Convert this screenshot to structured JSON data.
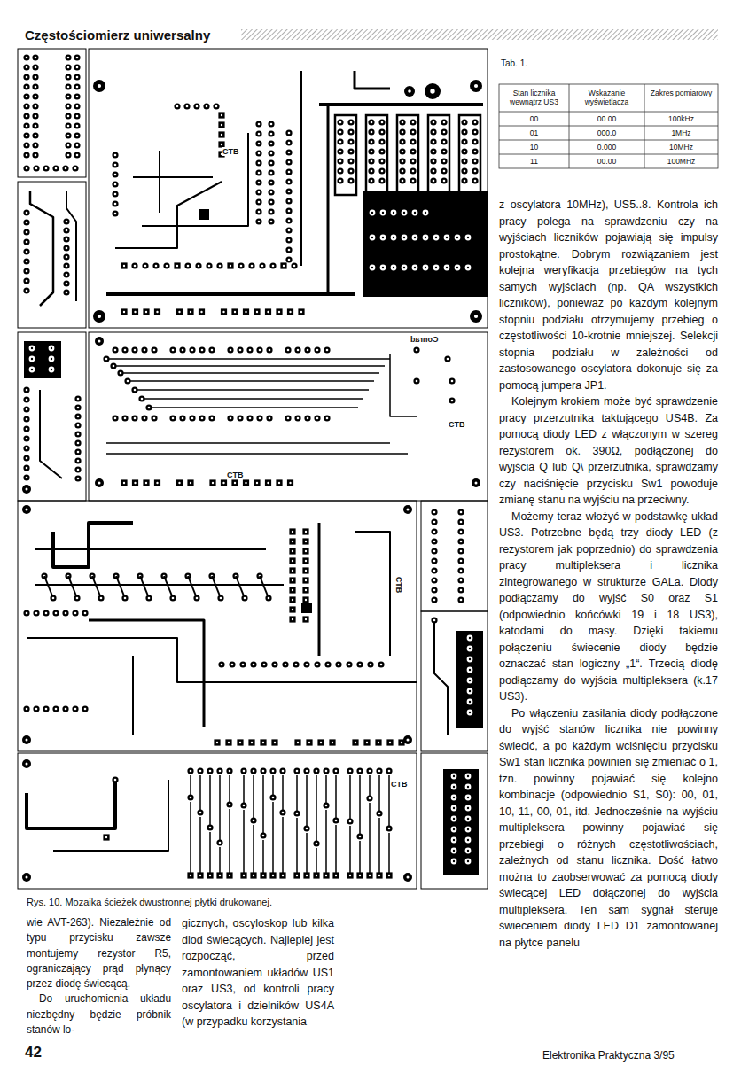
{
  "diagram": {
    "title": "Częstościomierz uniwersalny",
    "caption": "Rys. 10. Mozaika ścieżek dwustronnej płytki drukowanej.",
    "labels": [
      "Tab. 1.",
      "Stan licznika wewnątrz US3",
      "Wskazanie wyświetlacza",
      "Zakres pomiarowy",
      "00",
      "00.00",
      "100kHz",
      "01",
      "000.0",
      "1MHz",
      "10",
      "0.000",
      "10MHz",
      "11",
      "00.00",
      "100MHz",
      "z oscylatora 10MHz), US5..8. Kontrola ich pracy polega na sprawdzeniu czy na wyjściach liczników pojawiają się impulsy prostokątne. Dobrym rozwiązaniem jest kolejna weryfikacja przebiegów na tych samych wyjściach (np. QA wszystkich liczników), ponieważ po każdym kolejnym stopniu podziału otrzymujemy przebieg o częstotliwości 10-krotnie mniejszej. Selekcji stopnia podziału w zależności od zastosowanego oscylatora dokonuje się za pomocą jumpera JP1.",
      "Kolejnym krokiem może być sprawdzenie pracy przerzutnika taktującego US4B. Za pomocą diody LED z włączonym w szereg rezystorem ok. 390Ω, podłączonej do wyjścia Q lub Q\\ przerzutnika, sprawdzamy czy naciśnięcie przycisku Sw1 powoduje zmianę stanu na wyjściu na przeciwny.",
      "Możemy teraz włożyć w podstawkę układ US3. Potrzebne będą trzy diody LED (z rezystorem jak poprzednio) do sprawdzenia pracy multipleksera i licznika zintegrowanego w strukturze GALa. Diody podłączamy do wyjść S0 oraz S1 (odpowiednio końcówki 19 i 18 US3), katodami do masy. Dzięki takiemu połączeniu świecenie diody będzie oznaczać stan logiczny „1“. Trzecią diodę podłączamy do wyjścia multipleksera (k.17 US3).",
      "Po włączeniu zasilania diody podłączone do wyjść stanów licznika nie powinny świecić, a po każdym wciśnięciu przycisku Sw1 stan licznika powinien się zmieniać o 1, tzn. powinny pojawiać się kolejno kombinacje (odpowiednio S1, S0): 00, 01, 10, 11, 00, 01, itd. Jednocześnie na wyjściu multipleksera powinny pojawiać się przebiegi o różnych częstotliwościach, zależnych od stanu licznika. Dość łatwo można to zaobserwować za pomocą diody świecącej LED dołączonej do wyjścia multipleksera. Ten sam sygnał steruje świeceniem diody LED D1 zamontowanej na płytce panelu",
      "wie AVT-263). Niezależnie od typu przycisku zawsze montujemy rezystor R5, ograniczający prąd płynący przez diodę świecącą.",
      "Do uruchomienia układu niezbędny będzie próbnik stanów lo-",
      "gicznych, oscyloskop lub kilka diod świecących. Najlepiej jest rozpocząć, przed zamontowaniem układów US1 oraz US3, od kontroli pracy oscylatora i dzielników US4A (w przypadku korzystania",
      "42",
      "Elektronika Praktyczna 3/95",
      "CTB",
      "CTB",
      "CTB",
      "CTB",
      "CTB",
      "Conrad"
    ]
  }
}
